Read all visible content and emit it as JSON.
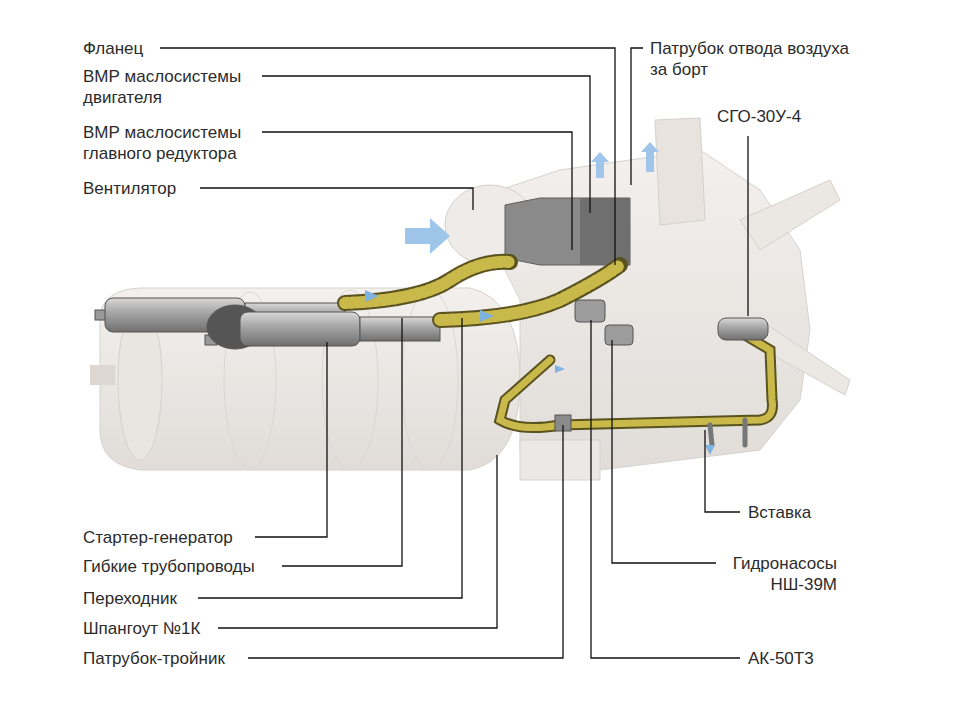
{
  "diagram": {
    "labels": [
      "Фланец",
      "ВМР маслосистемы двигателя",
      "ВМР маслосистемы главного редуктора",
      "Вентилятор",
      "Патрубок отвода воздуха за борт",
      "СГО-30У-4",
      "Стартер-генератор",
      "Гибкие трубопроводы",
      "Переходник",
      "Шпангоут №1К",
      "Патрубок-тройник",
      "Вставка",
      "Гидронасосы НШ-39М",
      "АК-50Т3"
    ]
  }
}
